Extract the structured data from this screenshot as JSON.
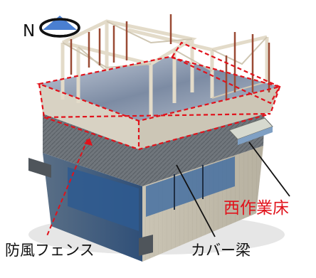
{
  "compass": {
    "letter": "N",
    "icon": "north-arrow-icon"
  },
  "labels": {
    "west_work_floor": "西作業床",
    "fence": "防風フェンス",
    "cover_beam": "カバー梁"
  },
  "colors": {
    "highlight": "#e1121b",
    "building_blue": "#3d6aa0",
    "steel_grey": "#6f7377",
    "frame_beige": "#e3dbc9",
    "pole_red": "#9a4a34"
  }
}
